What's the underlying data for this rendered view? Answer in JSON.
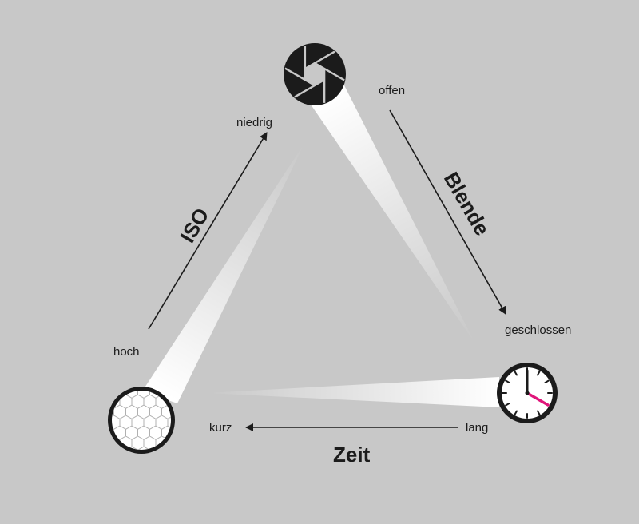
{
  "colors": {
    "background": "#c8c8c8",
    "ink": "#1b1b1b",
    "beam": "#ffffff",
    "clock_hand": "#e0157a"
  },
  "icons": {
    "aperture": "aperture-icon",
    "clock": "clock-icon",
    "sensor": "sensor-grid-icon"
  },
  "blende": {
    "title": "Blende",
    "start": "offen",
    "end": "geschlossen"
  },
  "zeit": {
    "title": "Zeit",
    "start": "lang",
    "end": "kurz"
  },
  "iso": {
    "title": "ISO",
    "start": "hoch",
    "end": "niedrig"
  }
}
